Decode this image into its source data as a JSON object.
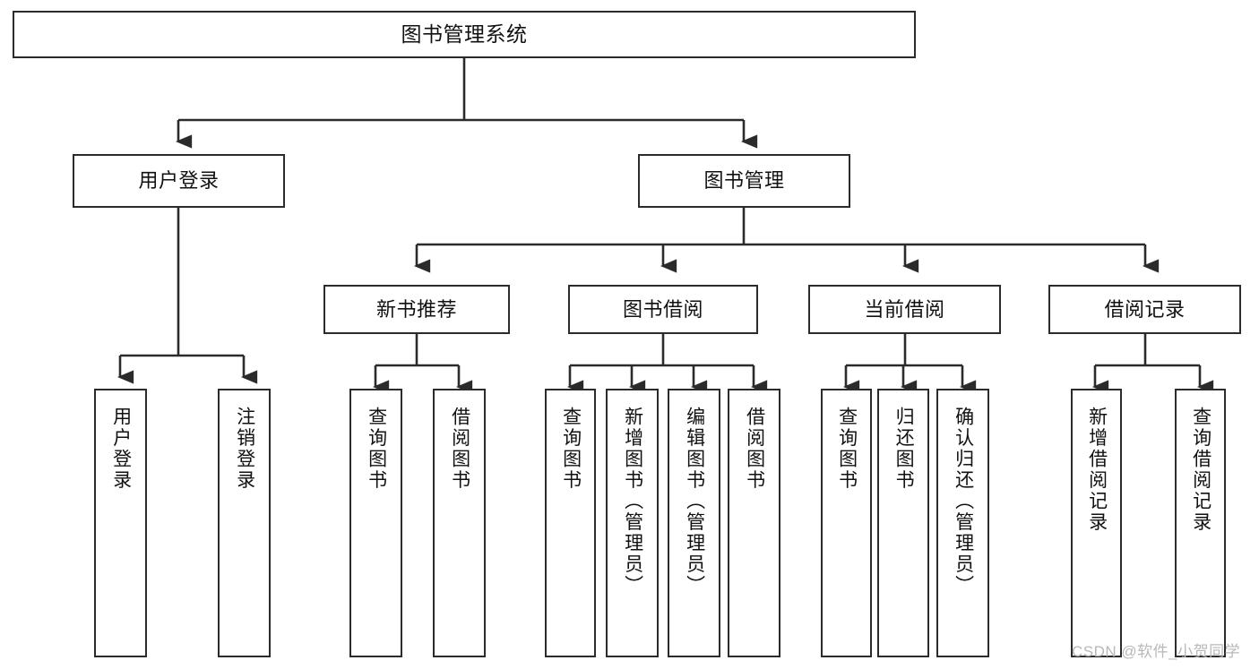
{
  "diagram": {
    "type": "tree-hierarchy",
    "title": "图书管理系统",
    "watermark": "CSDN @软件_小贺同学",
    "colors": {
      "box_border": "#2b2b2b",
      "box_fill": "#ffffff",
      "connector": "#2b2b2b",
      "text": "#111111",
      "watermark": "#b8b8b8"
    },
    "nodes": {
      "root": {
        "label": "图书管理系统",
        "orientation": "horizontal"
      },
      "level1": [
        {
          "label": "用户登录",
          "orientation": "horizontal"
        },
        {
          "label": "图书管理",
          "orientation": "horizontal"
        }
      ],
      "level2": [
        {
          "label": "新书推荐",
          "orientation": "horizontal"
        },
        {
          "label": "图书借阅",
          "orientation": "horizontal"
        },
        {
          "label": "当前借阅",
          "orientation": "horizontal"
        },
        {
          "label": "借阅记录",
          "orientation": "horizontal"
        }
      ],
      "leaves": {
        "user_login": [
          {
            "label": "用户登录",
            "orientation": "vertical"
          },
          {
            "label": "注销登录",
            "orientation": "vertical"
          }
        ],
        "new_book_recommend": [
          {
            "label": "查询图书",
            "orientation": "vertical"
          },
          {
            "label": "借阅图书",
            "orientation": "vertical"
          }
        ],
        "book_borrow": [
          {
            "label": "查询图书",
            "orientation": "vertical"
          },
          {
            "label": "新增图书（管理员）",
            "orientation": "vertical"
          },
          {
            "label": "编辑图书（管理员）",
            "orientation": "vertical"
          },
          {
            "label": "借阅图书",
            "orientation": "vertical"
          }
        ],
        "current_borrow": [
          {
            "label": "查询图书",
            "orientation": "vertical"
          },
          {
            "label": "归还图书",
            "orientation": "vertical"
          },
          {
            "label": "确认归还（管理员）",
            "orientation": "vertical"
          }
        ],
        "borrow_record": [
          {
            "label": "新增借阅记录",
            "orientation": "vertical"
          },
          {
            "label": "查询借阅记录",
            "orientation": "vertical"
          }
        ]
      }
    }
  }
}
